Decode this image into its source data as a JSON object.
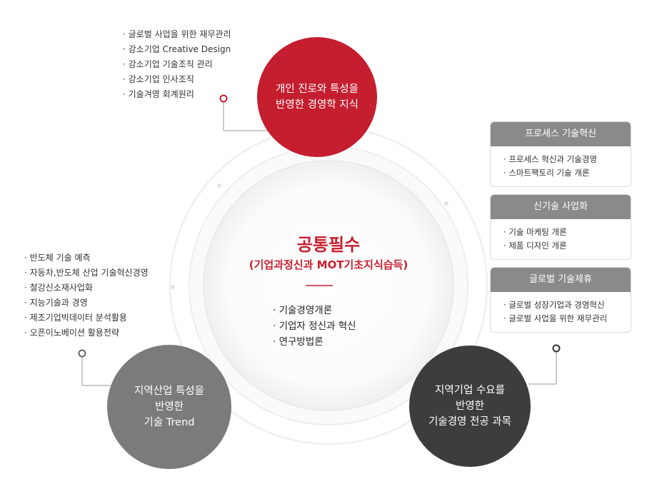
{
  "center": {
    "title": "공통필수",
    "subtitle": "(기업과정신과 MOT기초지식습득)",
    "items": [
      "기술경영개론",
      "기업자 정신과 혁신",
      "연구방법론"
    ]
  },
  "top_circle": {
    "line1": "개인 진로와 특성을",
    "line2": "반영한 경영학 지식",
    "items": [
      "글로벌 사업을 위한 재무관리",
      "강소기업 Creative Design",
      "강소기업 기술조직 관리",
      "강소기업 인사조직",
      "기술겨영 회계원리"
    ]
  },
  "left_circle": {
    "line1": "지역산업 특성을",
    "line2": "반영한",
    "line3": "기술 Trend",
    "items": [
      "반도체 기술 예측",
      "자동차,반도체 산업 기술혁신경영",
      "철강신소재사업화",
      "지능기술과 경영",
      "제조기업빅데이터 분석활용",
      "오픈이노베이션 활용전략"
    ]
  },
  "right_circle": {
    "line1": "지역기업 수요를",
    "line2": "반영한",
    "line3": "기술경영 전공 과목"
  },
  "cards": [
    {
      "title": "프로세스 기술혁신",
      "items": [
        "프로세스 혁신과 기술경영",
        "스마트팩토리 기술 개론"
      ]
    },
    {
      "title": "신기술 사업화",
      "items": [
        "기술 마케팅 개론",
        "제품 디자인 개론"
      ]
    },
    {
      "title": "글로벌 기술제휴",
      "items": [
        "글로벌 성장기업과 경영혁신",
        "글로벌 사업을 위한 재무관리"
      ]
    }
  ],
  "colors": {
    "accent": "#c41e2f",
    "grey": "#7b7b7b",
    "dark": "#3d3d3d",
    "card_head": "#8a8a8a"
  }
}
